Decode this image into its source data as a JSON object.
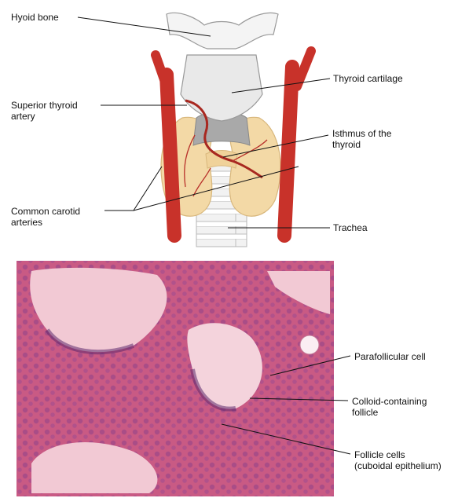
{
  "labels": {
    "hyoid_bone": "Hyoid bone",
    "thyroid_cartilage": "Thyroid cartilage",
    "superior_thyroid_artery": "Superior thyroid\nartery",
    "isthmus": "Isthmus of the\nthyroid",
    "common_carotid": "Common carotid\narteries",
    "trachea": "Trachea",
    "parafollicular_cell": "Parafollicular cell",
    "colloid_follicle": "Colloid-containing\nfollicle",
    "follicle_cells": "Follicle cells\n(cuboidal epithelium)"
  },
  "colors": {
    "artery": "#c8322a",
    "artery_dark": "#8e1f18",
    "thyroid_gland": "#f3d9a6",
    "cartilage": "#e9e9e9",
    "cartilage_shadow": "#a9a9a9",
    "tissue_bg": "#c95a84",
    "colloid": "#f2c9d4"
  }
}
